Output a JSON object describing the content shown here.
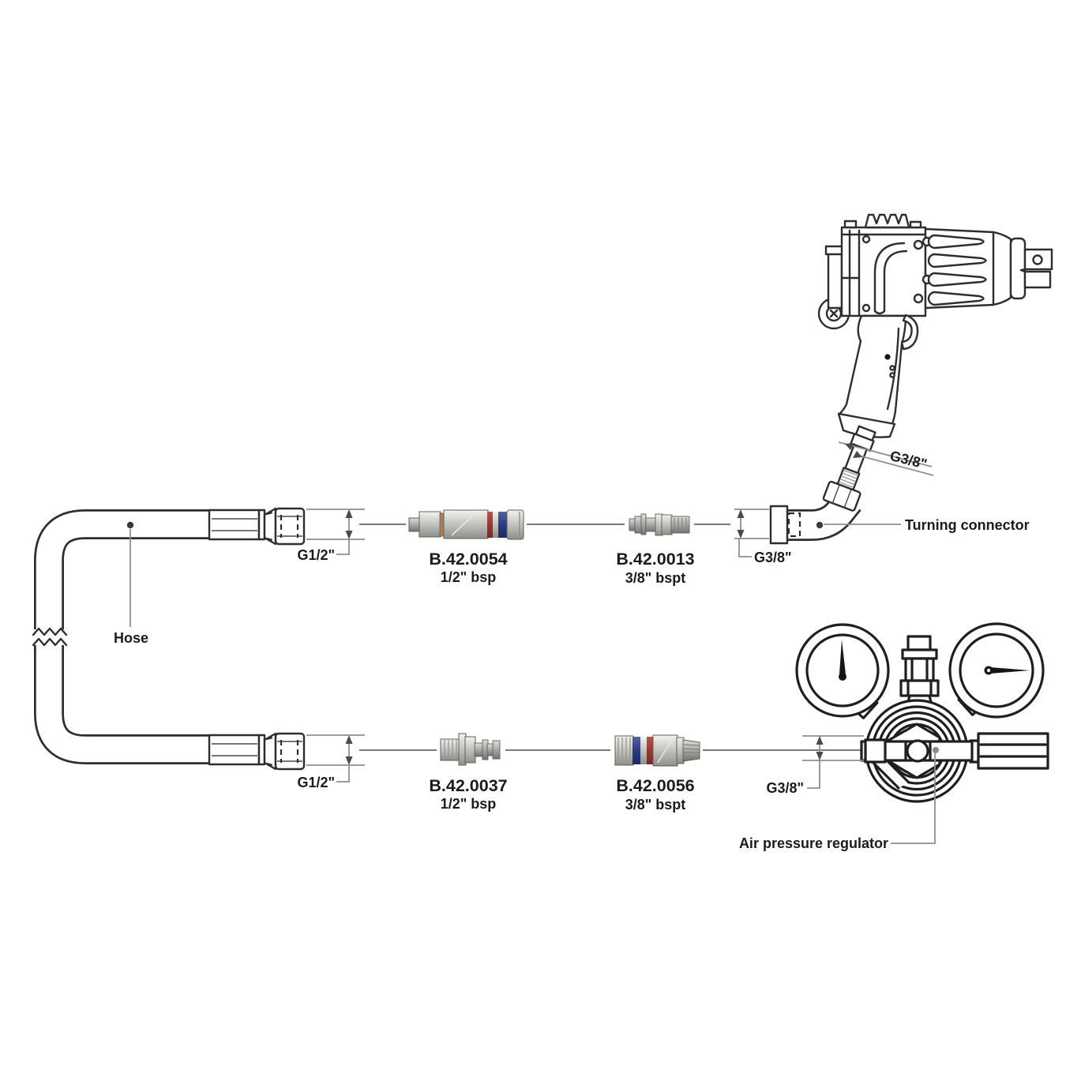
{
  "diagram": {
    "type": "technical-parts-diagram",
    "labels": {
      "hose": "Hose",
      "turning_connector": "Turning connector",
      "air_pressure_regulator": "Air pressure regulator",
      "tool_inlet_size": "G3/8\"",
      "elbow_size": "G3/8\"",
      "regulator_inlet_size": "G3/8\"",
      "hose_top_size": "G1/2\"",
      "hose_bottom_size": "G1/2\""
    },
    "parts": [
      {
        "code": "B.42.0054",
        "spec": "1/2\" bsp"
      },
      {
        "code": "B.42.0013",
        "spec": "3/8\" bspt"
      },
      {
        "code": "B.42.0037",
        "spec": "1/2\" bsp"
      },
      {
        "code": "B.42.0056",
        "spec": "3/8\" bspt"
      }
    ],
    "colors": {
      "coupling_red": "#9e352f",
      "coupling_blue": "#2a3a85",
      "metal": "#c6c6c2",
      "outline": "#2e2e2e",
      "dimension_line": "#8f8f8f",
      "connection_line": "#7a7a7a"
    }
  }
}
